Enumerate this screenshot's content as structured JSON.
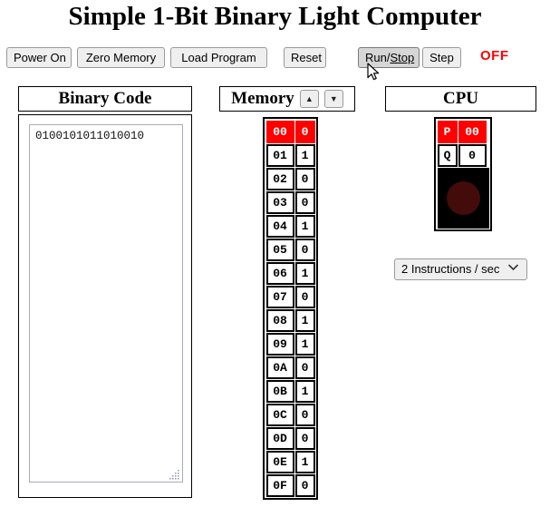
{
  "app": {
    "title": "Simple 1-Bit Binary Light Computer"
  },
  "toolbar": {
    "power_on_label": "Power On",
    "zero_memory_label": "Zero Memory",
    "load_program_label": "Load Program",
    "reset_label": "Reset",
    "run_stop_label_pre": "Run/",
    "run_stop_label_key": "Stop",
    "step_label": "Step",
    "status_label": "OFF",
    "status_color": "#ff0000"
  },
  "binary_code": {
    "header": "Binary Code",
    "value": "0100101011010010",
    "placeholder": ""
  },
  "memory": {
    "header": "Memory",
    "scroll_up_icon": "▲",
    "scroll_down_icon": "▼",
    "columns": [
      "address",
      "value"
    ],
    "rows": [
      {
        "address": "00",
        "value": "0",
        "active": true
      },
      {
        "address": "01",
        "value": "1",
        "active": false
      },
      {
        "address": "02",
        "value": "0",
        "active": false
      },
      {
        "address": "03",
        "value": "0",
        "active": false
      },
      {
        "address": "04",
        "value": "1",
        "active": false
      },
      {
        "address": "05",
        "value": "0",
        "active": false
      },
      {
        "address": "06",
        "value": "1",
        "active": false
      },
      {
        "address": "07",
        "value": "0",
        "active": false
      },
      {
        "address": "08",
        "value": "1",
        "active": false
      },
      {
        "address": "09",
        "value": "1",
        "active": false
      },
      {
        "address": "0A",
        "value": "0",
        "active": false
      },
      {
        "address": "0B",
        "value": "1",
        "active": false
      },
      {
        "address": "0C",
        "value": "0",
        "active": false
      },
      {
        "address": "0D",
        "value": "0",
        "active": false
      },
      {
        "address": "0E",
        "value": "1",
        "active": false
      },
      {
        "address": "0F",
        "value": "0",
        "active": false
      }
    ],
    "highlight_color": "#fe0000"
  },
  "cpu": {
    "header": "CPU",
    "registers": [
      {
        "name": "P",
        "value": "00",
        "active": true
      },
      {
        "name": "Q",
        "value": "0",
        "active": false
      }
    ],
    "lamp": {
      "state": "off",
      "color": "#440b0b",
      "background": "#000000"
    },
    "speed": {
      "selected": "2 Instructions / sec",
      "caret_icon": "⌄"
    }
  }
}
